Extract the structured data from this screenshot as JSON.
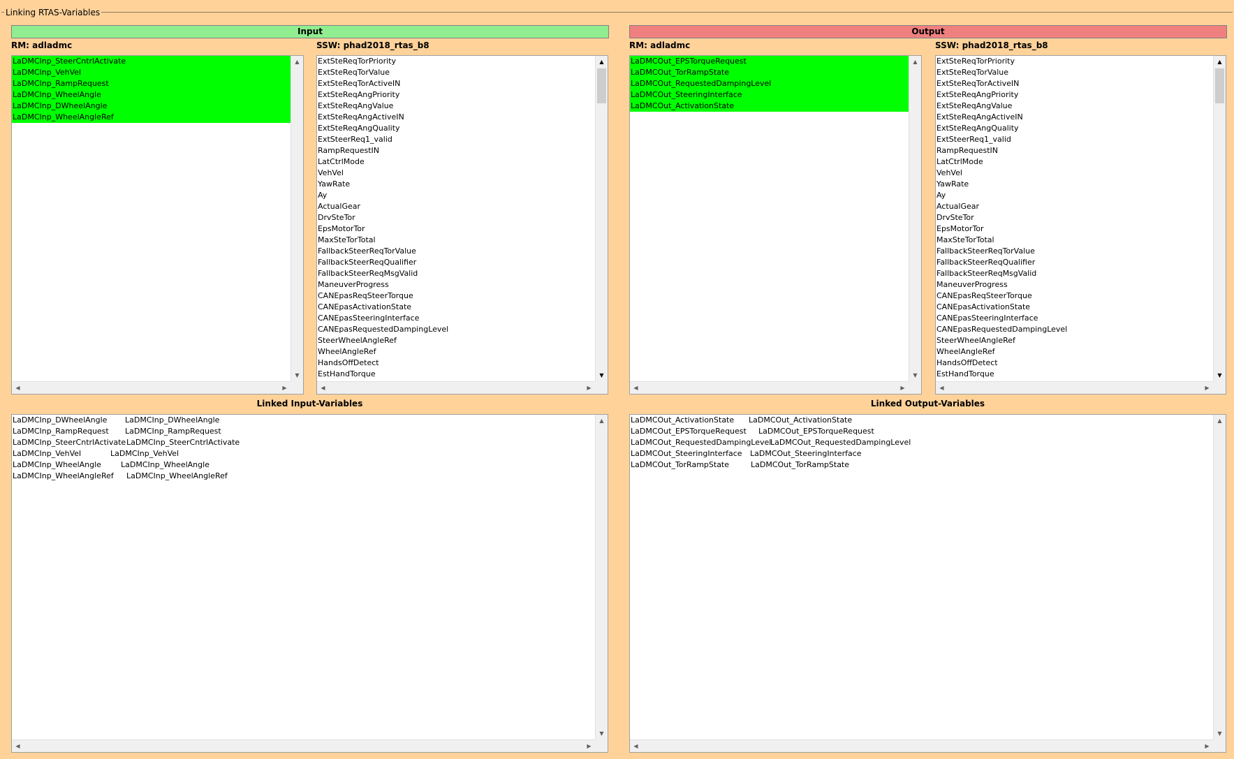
{
  "window": {
    "title": "Linking RTAS-Variables"
  },
  "input": {
    "header": "Input",
    "rm_label": "RM: adladmc",
    "ssw_label": "SSW: phad2018_rtas_b8",
    "rm_items": [
      "LaDMCInp_SteerCntrlActivate",
      "LaDMCInp_VehVel",
      "LaDMCInp_RampRequest",
      "LaDMCInp_WheelAngle",
      "LaDMCInp_DWheelAngle",
      "LaDMCInp_WheelAngleRef"
    ],
    "ssw_items": [
      "ExtSteReqTorPriority",
      "ExtSteReqTorValue",
      "ExtSteReqTorActiveIN",
      "ExtSteReqAngPriority",
      "ExtSteReqAngValue",
      "ExtSteReqAngActiveIN",
      "ExtSteReqAngQuality",
      "ExtSteerReq1_valid",
      "RampRequestIN",
      "LatCtrlMode",
      "VehVel",
      "YawRate",
      "Ay",
      "ActualGear",
      "DrvSteTor",
      "EpsMotorTor",
      "MaxSteTorTotal",
      "FallbackSteerReqTorValue",
      "FallbackSteerReqQualifier",
      "FallbackSteerReqMsgValid",
      "ManeuverProgress",
      "CANEpasReqSteerTorque",
      "CANEpasActivationState",
      "CANEpasSteeringInterface",
      "CANEpasRequestedDampingLevel",
      "SteerWheelAngleRef",
      "WheelAngleRef",
      "HandsOffDetect",
      "EstHandTorque"
    ],
    "linked_title": "Linked Input-Variables",
    "linked": [
      [
        "LaDMCInp_DWheelAngle",
        "LaDMCInp_DWheelAngle"
      ],
      [
        "LaDMCInp_RampRequest",
        "LaDMCInp_RampRequest"
      ],
      [
        "LaDMCInp_SteerCntrlActivate",
        "LaDMCInp_SteerCntrlActivate"
      ],
      [
        "LaDMCInp_VehVel",
        "LaDMCInp_VehVel"
      ],
      [
        "LaDMCInp_WheelAngle",
        "LaDMCInp_WheelAngle"
      ],
      [
        "LaDMCInp_WheelAngleRef",
        "LaDMCInp_WheelAngleRef"
      ]
    ]
  },
  "output": {
    "header": "Output",
    "rm_label": "RM: adladmc",
    "ssw_label": "SSW: phad2018_rtas_b8",
    "rm_items": [
      "LaDMCOut_EPSTorqueRequest",
      "LaDMCOut_TorRampState",
      "LaDMCOut_RequestedDampingLevel",
      "LaDMCOut_SteeringInterface",
      "LaDMCOut_ActivationState"
    ],
    "ssw_items": [
      "ExtSteReqTorPriority",
      "ExtSteReqTorValue",
      "ExtSteReqTorActiveIN",
      "ExtSteReqAngPriority",
      "ExtSteReqAngValue",
      "ExtSteReqAngActiveIN",
      "ExtSteReqAngQuality",
      "ExtSteerReq1_valid",
      "RampRequestIN",
      "LatCtrlMode",
      "VehVel",
      "YawRate",
      "Ay",
      "ActualGear",
      "DrvSteTor",
      "EpsMotorTor",
      "MaxSteTorTotal",
      "FallbackSteerReqTorValue",
      "FallbackSteerReqQualifier",
      "FallbackSteerReqMsgValid",
      "ManeuverProgress",
      "CANEpasReqSteerTorque",
      "CANEpasActivationState",
      "CANEpasSteeringInterface",
      "CANEpasRequestedDampingLevel",
      "SteerWheelAngleRef",
      "WheelAngleRef",
      "HandsOffDetect",
      "EstHandTorque"
    ],
    "linked_title": "Linked Output-Variables",
    "linked": [
      [
        "LaDMCOut_ActivationState",
        "LaDMCOut_ActivationState"
      ],
      [
        "LaDMCOut_EPSTorqueRequest",
        "LaDMCOut_EPSTorqueRequest"
      ],
      [
        "LaDMCOut_RequestedDampingLevel",
        "LaDMCOut_RequestedDampingLevel"
      ],
      [
        "LaDMCOut_SteeringInterface",
        "LaDMCOut_SteeringInterface"
      ],
      [
        "LaDMCOut_TorRampState",
        "LaDMCOut_TorRampState"
      ]
    ]
  },
  "icons": {
    "up": "arrow-up-icon",
    "down": "arrow-down-icon",
    "left": "arrow-left-icon",
    "right": "arrow-right-icon"
  },
  "colors": {
    "background": "#ffd29a",
    "input_header": "#90ee90",
    "output_header": "#f08080",
    "selected": "#00ff00"
  }
}
